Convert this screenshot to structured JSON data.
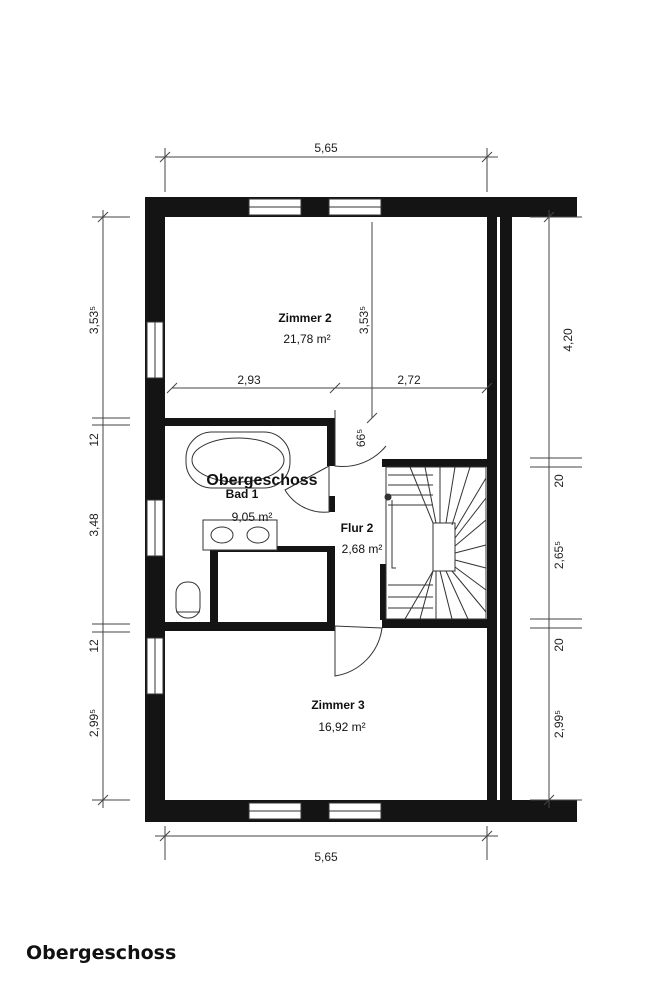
{
  "caption": "Obergeschoss",
  "overlay_label": "Obergeschoss",
  "rooms": {
    "zimmer2": {
      "name": "Zimmer 2",
      "area": "21,78 m²"
    },
    "bad1": {
      "name": "Bad 1",
      "area": "9,05 m²"
    },
    "flur2": {
      "name": "Flur 2",
      "area": "2,68 m²"
    },
    "zimmer3": {
      "name": "Zimmer 3",
      "area": "16,92 m²"
    }
  },
  "dimensions": {
    "top_width": "5,65",
    "bottom_width": "5,65",
    "left_1": "3,53⁵",
    "left_2": "12",
    "left_3": "3,48",
    "left_4": "12",
    "left_5": "2,99⁵",
    "inner_height": "3,53⁵",
    "inner_left": "2,93",
    "inner_right": "2,72",
    "door_width": "66⁵",
    "right_1": "4,20",
    "right_2": "20",
    "right_3": "2,65⁵",
    "right_4": "20",
    "right_5": "2,99⁵"
  },
  "colors": {
    "wall": "#141414",
    "line": "#555555"
  }
}
